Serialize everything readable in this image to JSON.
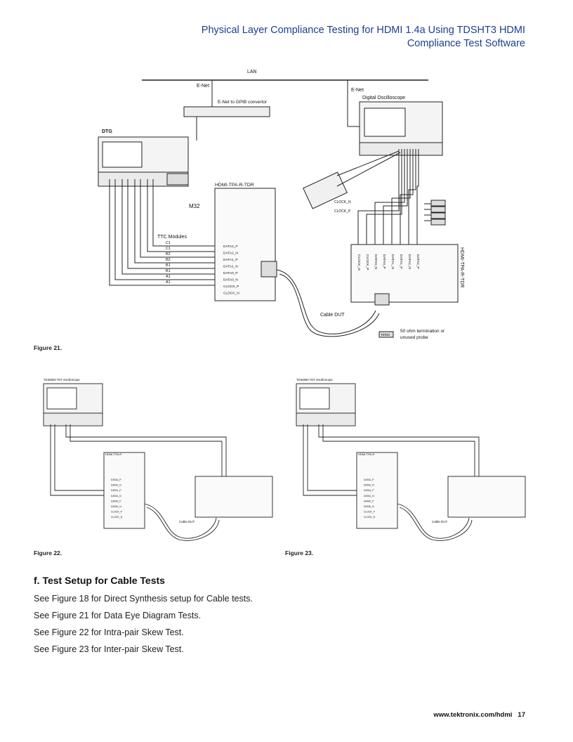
{
  "header": {
    "line1": "Physical Layer Compliance Testing for HDMI 1.4a Using TDSHT3 HDMI",
    "line2": "Compliance Test Software"
  },
  "figure21": {
    "caption": "Figure 21.",
    "lan": "LAN",
    "enet_left": "E-Net",
    "enet_right": "E-Net",
    "gpib": "E-Net to GPIB convertor",
    "scope": "Digital Oscilloscope",
    "dtg": "DTG",
    "m32": "M32",
    "ttc": "TTC Modules",
    "fixture_left": "HDMI-TPA-R-TDR",
    "fixture_right": "HDMI-TPA-R-TDR",
    "clock_n": "CLOCK_N",
    "clock_p": "CLOCK_P",
    "cable_dut": "Cable DUT",
    "term_note1": "50 ohm termination or",
    "term_note2": "unused probe",
    "term": "TERM",
    "ttc_labels": [
      "C1",
      "C1",
      "B2",
      "B2",
      "B1",
      "B1",
      "A1",
      "A1"
    ],
    "left_pins": [
      "DATA2_P",
      "DATA2_N",
      "DATA1_P",
      "DATA1_N",
      "DATA0_P",
      "DATA0_N",
      "CLOCK_P",
      "CLOCK_N"
    ],
    "right_pins": [
      "CLOCK_N",
      "CLOCK_P",
      "DATA0_N",
      "DATA0_P",
      "DATA1_N",
      "DATA1_P",
      "DATA2_N",
      "DATA2_P"
    ]
  },
  "figure22": {
    "caption": "Figure 22.",
    "scope_title": "TDS8000 TDT Oscilloscope",
    "fixture": "HDMI-TPA-R",
    "cable": "Cable DUT",
    "pins": [
      "DATA2_P",
      "DATA2_N",
      "DATA1_P",
      "DATA1_N",
      "DATA0_P",
      "DATA0_N",
      "CLOCK_P",
      "CLOCK_N"
    ]
  },
  "figure23": {
    "caption": "Figure 23.",
    "scope_title": "TDS8000 TDT Oscilloscope",
    "fixture": "HDMI-TPA-R",
    "cable": "Cable DUT",
    "pins": [
      "DATA2_P",
      "DATA2_N",
      "DATA1_P",
      "DATA1_N",
      "DATA0_P",
      "DATA0_N",
      "CLOCK_P",
      "CLOCK_N"
    ]
  },
  "section": {
    "title": "f. Test Setup for Cable Tests",
    "lines": [
      "See Figure 18 for Direct Synthesis setup for Cable tests.",
      "See Figure 21 for Data Eye Diagram Tests.",
      "See Figure 22 for Intra-pair Skew Test.",
      "See Figure 23 for Inter-pair Skew Test."
    ]
  },
  "footer": {
    "url": "www.tektronix.com/hdmi",
    "page": "17"
  }
}
